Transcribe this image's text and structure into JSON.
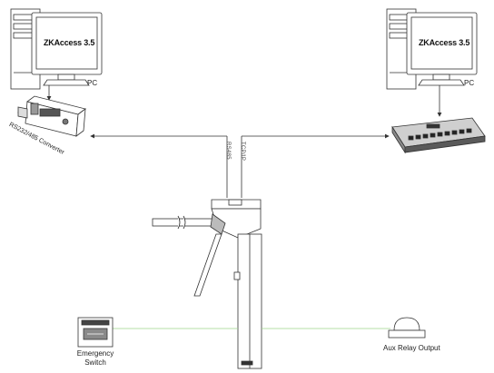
{
  "left_pc": {
    "screen_title": "ZKAccess 3.5",
    "label": "PC"
  },
  "right_pc": {
    "screen_title": "ZKAccess 3.5",
    "label": "PC"
  },
  "converter": {
    "label": "RS232/485 Converter"
  },
  "links": {
    "rs485_label": "RS485",
    "tcpip_label": "TCP/IP"
  },
  "emergency": {
    "label_line1": "Emergency",
    "label_line2": "Switch"
  },
  "aux": {
    "label": "Aux Relay Output"
  },
  "colors": {
    "line": "#333333",
    "wire_green": "#9ed58a"
  }
}
